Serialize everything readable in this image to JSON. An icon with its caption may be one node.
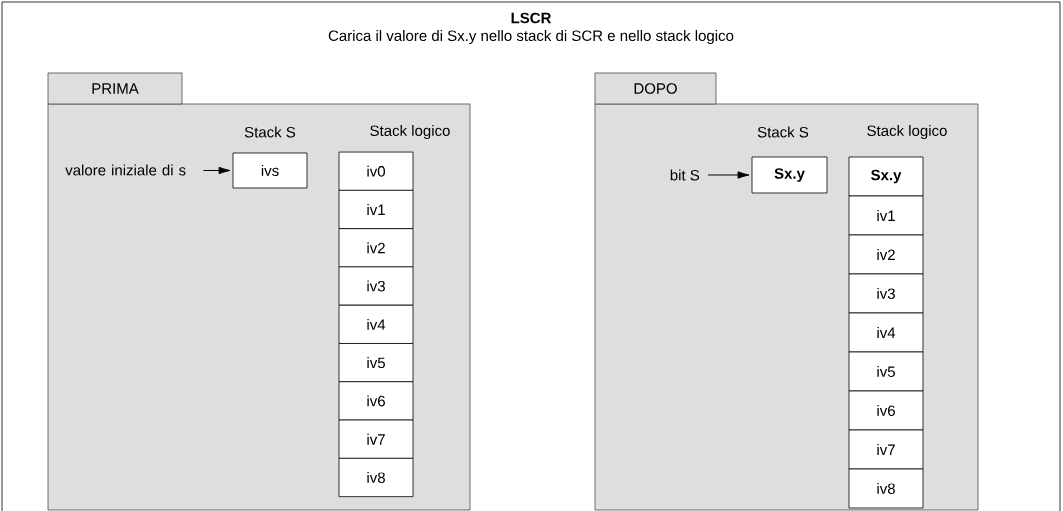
{
  "diagram": {
    "title": "LSCR",
    "nodes": [
      {
        "text": [
          "PRIMA"
        ]
      },
      {
        "text": [
          "valore iniziale di s"
        ],
        "in": 0
      },
      {
        "text": [
          "ivs"
        ],
        "in": 0
      },
      {
        "text": [
          "iv0"
        ],
        "in": 0
      },
      {
        "text": [
          "iv1"
        ],
        "in": 0
      },
      {
        "text": [
          "iv2"
        ],
        "in": 0
      },
      {
        "text": [
          "iv3"
        ],
        "in": 0
      },
      {
        "text": [
          "iv4"
        ],
        "in": 0
      },
      {
        "text": [
          "iv5"
        ],
        "in": 0
      },
      {
        "text": [
          "iv6"
        ],
        "in": 0
      },
      {
        "text": [
          "iv7"
        ],
        "in": 0
      },
      {
        "text": [
          "iv8"
        ],
        "in": 0
      },
      {
        "text": [
          "DOPO"
        ]
      },
      {
        "text": [
          "bit S"
        ],
        "in": 12
      },
      {
        "text": [
          "Sx.y"
        ],
        "in": 12
      },
      {
        "text": [
          "Sx.y"
        ],
        "in": 12
      },
      {
        "text": [
          "iv1"
        ],
        "in": 12
      },
      {
        "text": [
          "iv2"
        ],
        "in": 12
      },
      {
        "text": [
          "iv3"
        ],
        "in": 12
      },
      {
        "text": [
          "iv4"
        ],
        "in": 12
      },
      {
        "text": [
          "iv5"
        ],
        "in": 12
      },
      {
        "text": [
          "iv6"
        ],
        "in": 12
      },
      {
        "text": [
          "iv7"
        ],
        "in": 12
      },
      {
        "text": [
          "iv8"
        ],
        "in": 12
      }
    ],
    "edges": [
      {
        "from": 1,
        "to": 2,
        "arrow": "to"
      },
      {
        "from": 13,
        "to": 14,
        "arrow": "to"
      }
    ],
    "labels": [
      "Carica il valore di Sx.y nello stack di SCR e nello stack logico",
      "Stack S",
      "Stack logico",
      "Stack S",
      "Stack logico"
    ]
  }
}
